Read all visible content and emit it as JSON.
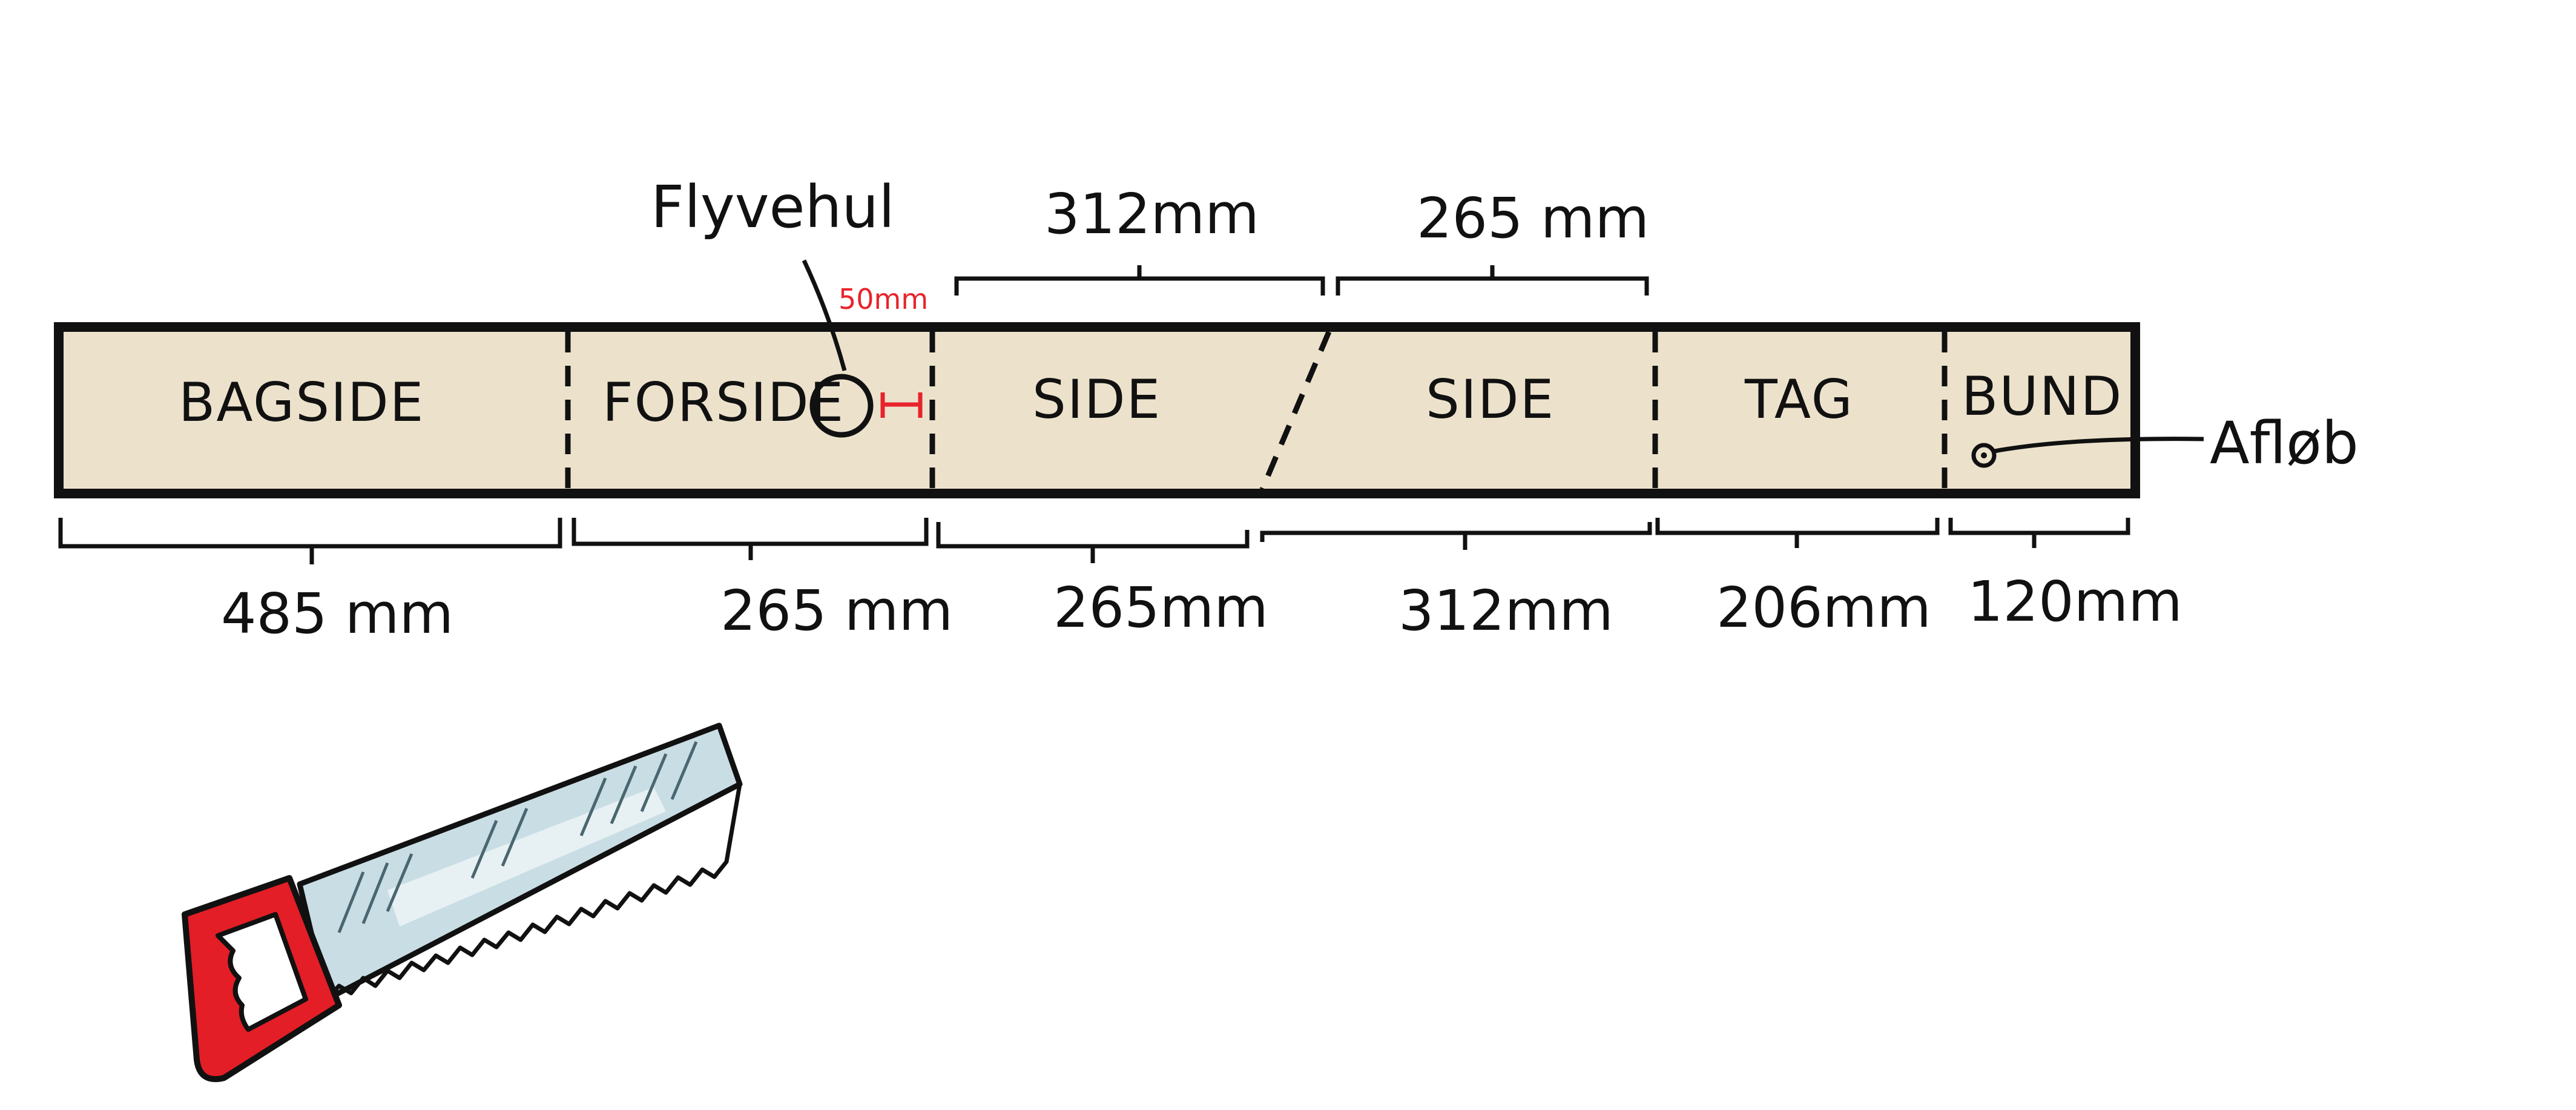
{
  "colors": {
    "board_fill": "#ece2cc",
    "outline": "#111111",
    "accent_red": "#e8232b",
    "saw_handle": "#e31e26",
    "saw_blade": "#c9dde4"
  },
  "board": {
    "segments": [
      {
        "label": "BAGSIDE",
        "length_mm": 485
      },
      {
        "label": "FORSIDE",
        "length_mm": 265
      },
      {
        "label": "SIDE",
        "length_mm": 265
      },
      {
        "label": "SIDE",
        "length_mm": 312
      },
      {
        "label": "TAG",
        "length_mm": 206
      },
      {
        "label": "BUND",
        "length_mm": 120
      }
    ],
    "bottom_dimensions": [
      "485 mm",
      "265 mm",
      "265mm",
      "312mm",
      "206mm",
      "120mm"
    ],
    "top_dimensions": [
      "312mm",
      "265 mm"
    ]
  },
  "annotations": {
    "entrance_hole": "Flyvehul",
    "hole_offset": "50mm",
    "drain": "Afløb"
  },
  "icons": {
    "saw": "hand-saw-icon"
  }
}
